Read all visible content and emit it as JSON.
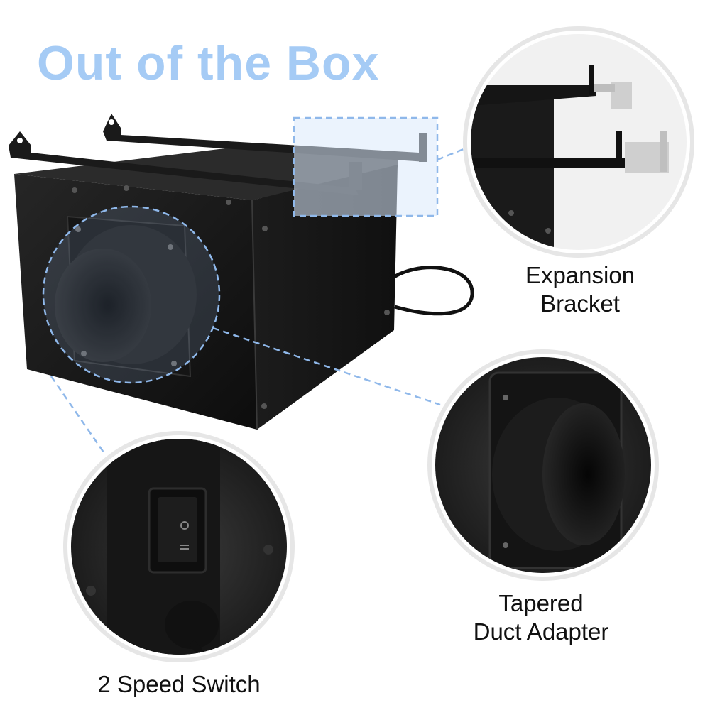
{
  "headline": {
    "text": "Out of the Box",
    "color": "#a5cbf5"
  },
  "callouts": {
    "expansion_bracket": {
      "line1": "Expansion",
      "line2": "Bracket"
    },
    "tapered_duct_adapter": {
      "line1": "Tapered",
      "line2": "Duct Adapter"
    },
    "speed_switch": {
      "label": "2 Speed Switch"
    }
  },
  "colors": {
    "accent_dashed": "#8fb8ea",
    "highlight_fill": "#dbe9fb",
    "product_body": "#1a1a1a",
    "zoom_ring": "#e6e6e6"
  },
  "icons": [
    "rocker-switch-icon",
    "power-cord-icon",
    "duct-adapter-icon",
    "mounting-bracket-icon"
  ]
}
